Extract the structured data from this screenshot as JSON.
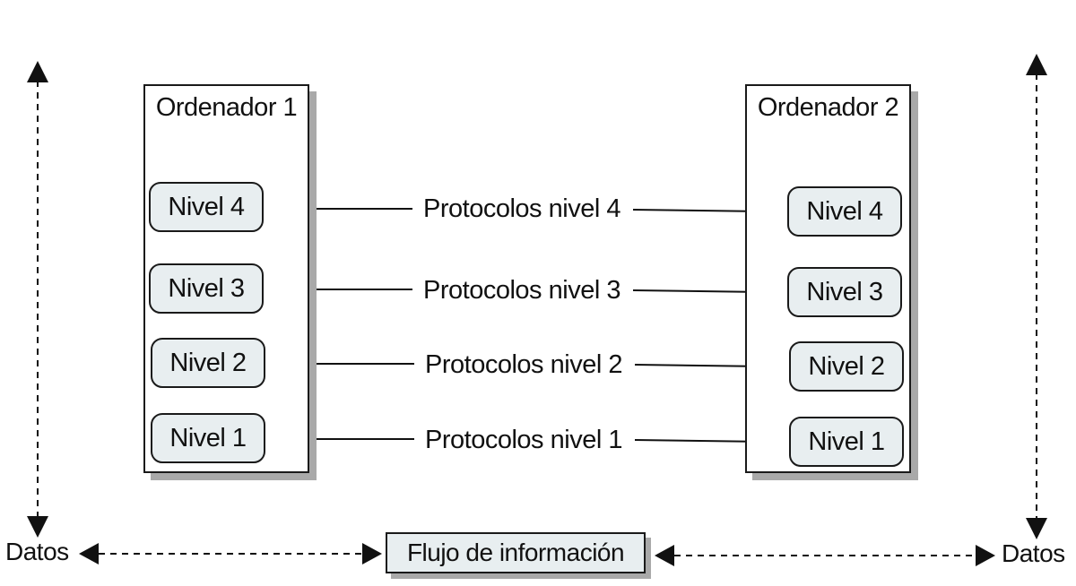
{
  "computers": [
    {
      "title": "Ordenador 1",
      "levels": [
        "Nivel 4",
        "Nivel 3",
        "Nivel 2",
        "Nivel 1"
      ]
    },
    {
      "title": "Ordenador 2",
      "levels": [
        "Nivel 4",
        "Nivel 3",
        "Nivel 2",
        "Nivel 1"
      ]
    }
  ],
  "protocols": [
    "Protocolos nivel 4",
    "Protocolos nivel 3",
    "Protocolos nivel 2",
    "Protocolos nivel 1"
  ],
  "bottom": {
    "left_label": "Datos",
    "right_label": "Datos",
    "center_label": "Flujo de información"
  }
}
